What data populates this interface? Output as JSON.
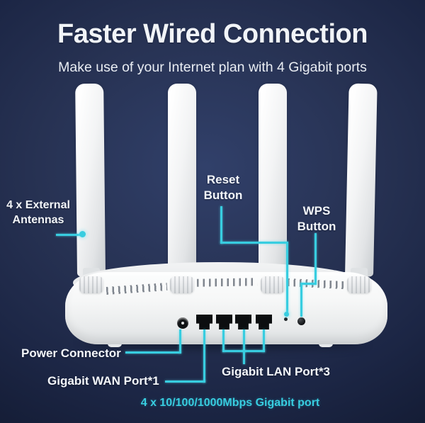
{
  "header": {
    "title": "Faster Wired Connection",
    "subtitle": "Make use of your Internet plan with 4 Gigabit ports"
  },
  "callouts": {
    "antennas": {
      "label": "4 x External\nAntennas"
    },
    "reset": {
      "label": "Reset\nButton"
    },
    "wps": {
      "label": "WPS\nButton"
    },
    "power": {
      "label": "Power Connector"
    },
    "wan": {
      "label": "Gigabit WAN Port*1"
    },
    "lan": {
      "label": "Gigabit LAN Port*3"
    }
  },
  "footer": {
    "caption": "4 x 10/100/1000Mbps Gigabit port"
  },
  "device": {
    "antenna_count": 4,
    "ethernet_port_count": 4
  },
  "colors": {
    "accent_cyan": "#38CDE0",
    "label_text": "#F3F6FA",
    "bg_navy_center": "#31406A",
    "bg_navy_edge": "#131B33"
  }
}
